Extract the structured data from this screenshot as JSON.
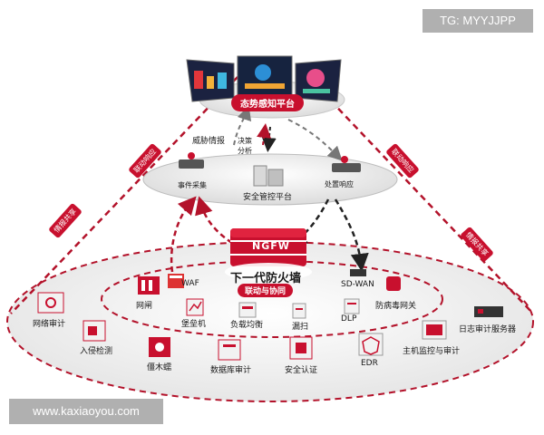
{
  "watermark_top": "TG: MYYJJPP",
  "watermark_bottom": "www.kaxiaoyou.com",
  "top": {
    "platform_label": "态势感知平台"
  },
  "middle": {
    "platform_label": "安全管控平台",
    "event_collect": "事件采集",
    "handle_response": "处置响应",
    "threat_intel": "威胁情报",
    "decision_line1": "决策",
    "decision_line2": "分析"
  },
  "side_tags": {
    "left_upper": "联动响应",
    "left_lower": "情报共享",
    "right_upper": "联动响应",
    "right_lower": "情报共享"
  },
  "center": {
    "ngfw_label": "NGFW",
    "title": "下一代防火墙",
    "subtitle": "联动与协同"
  },
  "inner_ring": {
    "waf": "WAF",
    "gateway": "网闸",
    "bastion": "堡垒机",
    "load_balance": "负载均衡",
    "leak_scan": "漏扫",
    "dlp": "DLP",
    "sdwan": "SD-WAN",
    "antivirus_gateway": "防病毒网关"
  },
  "outer_ring": {
    "network_audit": "网络审计",
    "intrusion_detect": "入侵检测",
    "zombie": "僵木蠕",
    "db_audit": "数据库审计",
    "security_auth": "安全认证",
    "edr": "EDR",
    "host_monitor": "主机监控与审计",
    "log_audit_server": "日志审计服务器"
  },
  "colors": {
    "accent_red": "#c8102e",
    "dash_red": "#b3122a",
    "dark_arrow": "#333333",
    "grey_arrow": "#777777",
    "platform_grey": "#e6e6e6"
  }
}
